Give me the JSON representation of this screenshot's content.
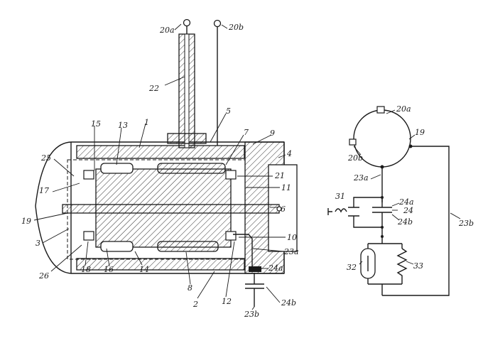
{
  "labels": {
    "l1": "1",
    "l2": "2",
    "l3": "3",
    "l4": "4",
    "l5": "5",
    "l6": "6",
    "l7": "7",
    "l8": "8",
    "l9": "9",
    "l10": "10",
    "l11": "11",
    "l12": "12",
    "l13": "13",
    "l14": "14",
    "l15": "15",
    "l16": "16",
    "l17": "17",
    "l18": "18",
    "l19": "19",
    "l19b": "19",
    "l20a": "20a",
    "l20b": "20b",
    "r20a": "20a",
    "r20b": "20b",
    "l21": "21",
    "l22": "22",
    "l23a": "23a",
    "l23b": "23b",
    "r23a": "23a",
    "r23b": "23b",
    "l24": "24",
    "l24a": "24a",
    "l24b": "24b",
    "r24a": "24a",
    "r24b": "24b",
    "l25": "25",
    "l26": "26",
    "l31": "31",
    "l32": "32",
    "l33": "33"
  }
}
